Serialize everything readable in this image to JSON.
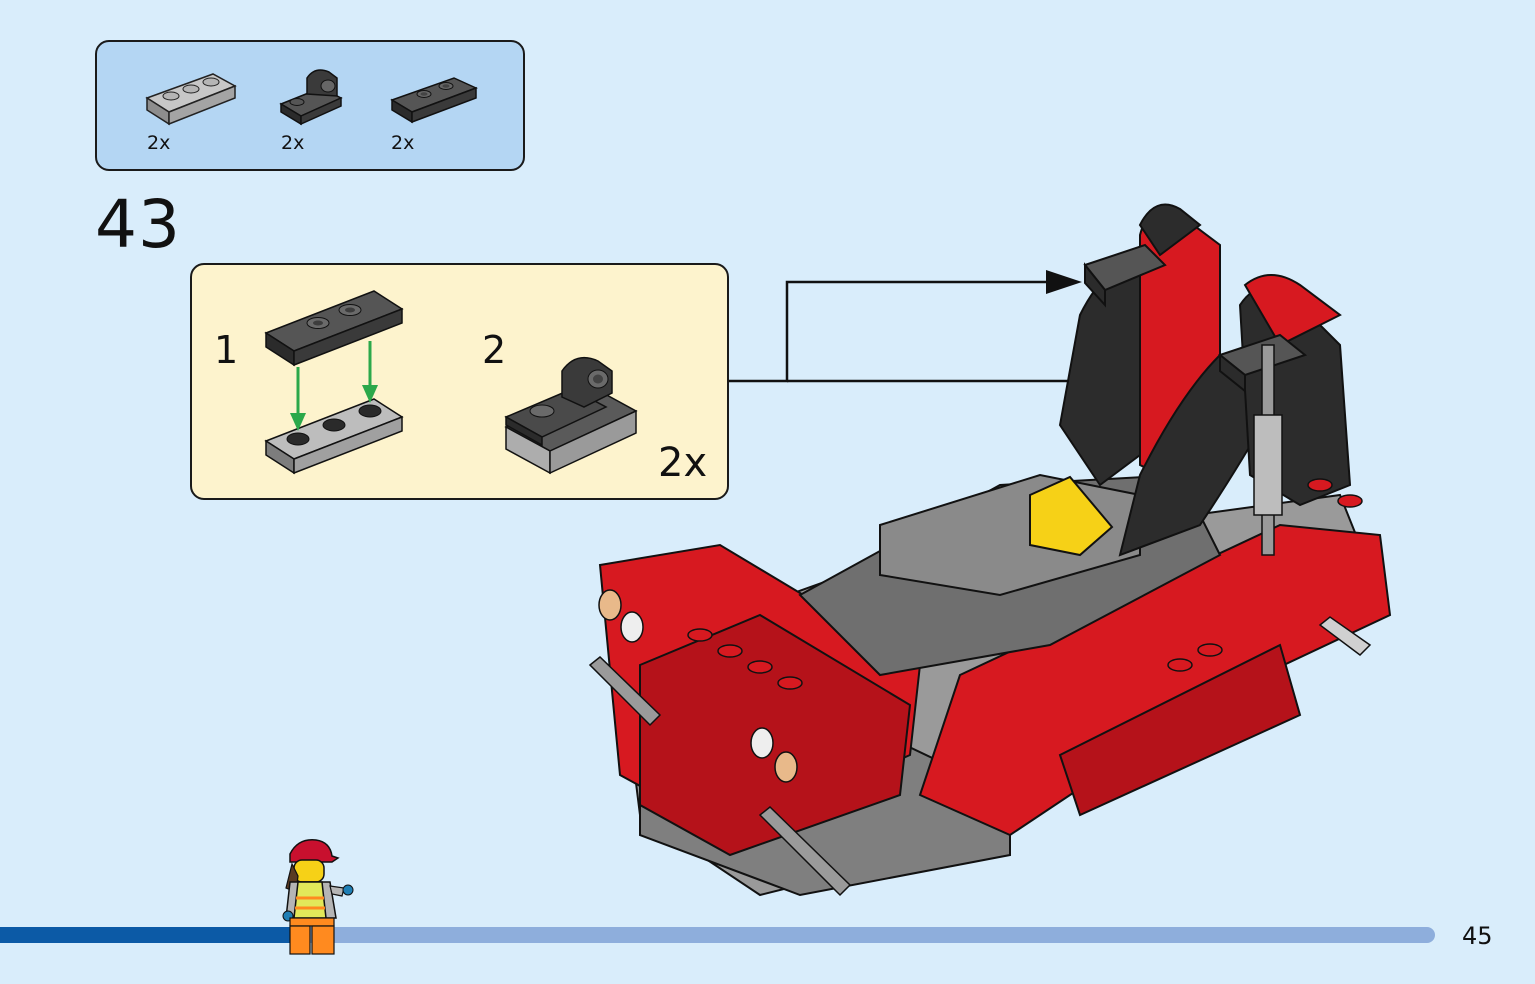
{
  "parts_list": {
    "items": [
      {
        "quantity": "2x",
        "icon": "light-gray-plate-1x3-icon",
        "color": "#a4a4a4"
      },
      {
        "quantity": "2x",
        "icon": "dark-gray-bracket-plate-icon",
        "color": "#3a3a3a"
      },
      {
        "quantity": "2x",
        "icon": "dark-gray-plate-1x3-two-studs-icon",
        "color": "#3a3a3a"
      }
    ]
  },
  "step": {
    "number": "43"
  },
  "subassembly": {
    "step1_label": "1",
    "step2_label": "2",
    "step2_multiplier": "2x",
    "arrow_color": "#2ba84a"
  },
  "progress": {
    "fraction": 0.205,
    "fill_color": "#0c5aa6",
    "track_color": "#8eaedc"
  },
  "page": {
    "number": "45"
  }
}
